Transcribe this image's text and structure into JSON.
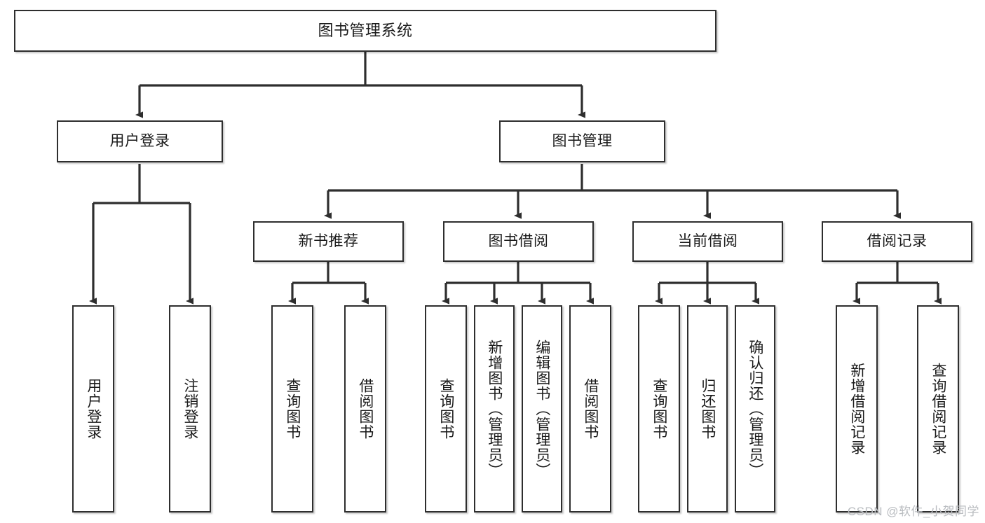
{
  "diagram": {
    "type": "tree-hierarchy-chart",
    "title": "图书管理系统",
    "orientation": "top-down",
    "colors": {
      "box_border": "#2e2e2e",
      "box_fill": "#ffffff",
      "connector": "#2e2e2e",
      "text": "#1a1a1a",
      "watermark": "#b9bcc0",
      "background": "#ffffff"
    }
  },
  "nodes": {
    "root": {
      "label": "图书管理系统"
    },
    "level1": [
      {
        "id": "user-login",
        "label": "用户登录"
      },
      {
        "id": "book-management",
        "label": "图书管理"
      }
    ],
    "level2": [
      {
        "id": "new-book-recommend",
        "label": "新书推荐"
      },
      {
        "id": "book-borrow",
        "label": "图书借阅"
      },
      {
        "id": "current-borrow",
        "label": "当前借阅"
      },
      {
        "id": "borrow-record",
        "label": "借阅记录"
      }
    ],
    "leaves": [
      {
        "id": "leaf-user-login",
        "label": "用户登录"
      },
      {
        "id": "leaf-logout-login",
        "label": "注销登录"
      },
      {
        "id": "leaf-query-book-1",
        "label": "查询图书"
      },
      {
        "id": "leaf-borrow-book-1",
        "label": "借阅图书"
      },
      {
        "id": "leaf-query-book-2",
        "label": "查询图书"
      },
      {
        "id": "leaf-add-book",
        "label": "新增图书（管理员）"
      },
      {
        "id": "leaf-edit-book",
        "label": "编辑图书（管理员）"
      },
      {
        "id": "leaf-borrow-book-2",
        "label": "借阅图书"
      },
      {
        "id": "leaf-query-book-3",
        "label": "查询图书"
      },
      {
        "id": "leaf-return-book",
        "label": "归还图书"
      },
      {
        "id": "leaf-confirm-return",
        "label": "确认归还（管理员）"
      },
      {
        "id": "leaf-add-borrow-record",
        "label": "新增借阅记录"
      },
      {
        "id": "leaf-query-borrow-record",
        "label": "查询借阅记录"
      }
    ]
  },
  "watermark": {
    "text": "CSDN @软件_小贺同学"
  }
}
